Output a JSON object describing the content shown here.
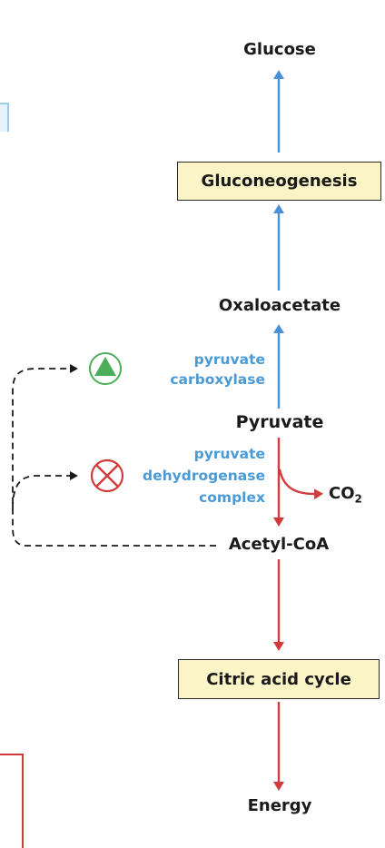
{
  "nodes": {
    "glucose": "Glucose",
    "gluconeogenesis": "Gluconeogenesis",
    "oxaloacetate": "Oxaloacetate",
    "pyruvate": "Pyruvate",
    "co2": "CO",
    "co2_subscript": "2",
    "acetyl_coa": "Acetyl-CoA",
    "citric_acid_cycle": "Citric acid cycle",
    "energy": "Energy"
  },
  "enzymes": {
    "pyruvate_carboxylase": [
      "pyruvate",
      "carboxylase"
    ],
    "pyruvate_dehydrogenase_complex": [
      "pyruvate",
      "dehydrogenase",
      "complex"
    ]
  },
  "regulation": {
    "activation_icon": "triangle-in-circle-activation-icon",
    "inhibition_icon": "x-in-circle-inhibition-icon"
  },
  "colors": {
    "anabolic_arrow": "#4a90d9",
    "catabolic_arrow": "#d23b3b",
    "enzyme_text": "#4a9ad6",
    "activation": "#4cae5b",
    "inhibition": "#d23b3b",
    "box_fill": "#fbf4c6",
    "dashed_line": "#1a1a1a"
  }
}
